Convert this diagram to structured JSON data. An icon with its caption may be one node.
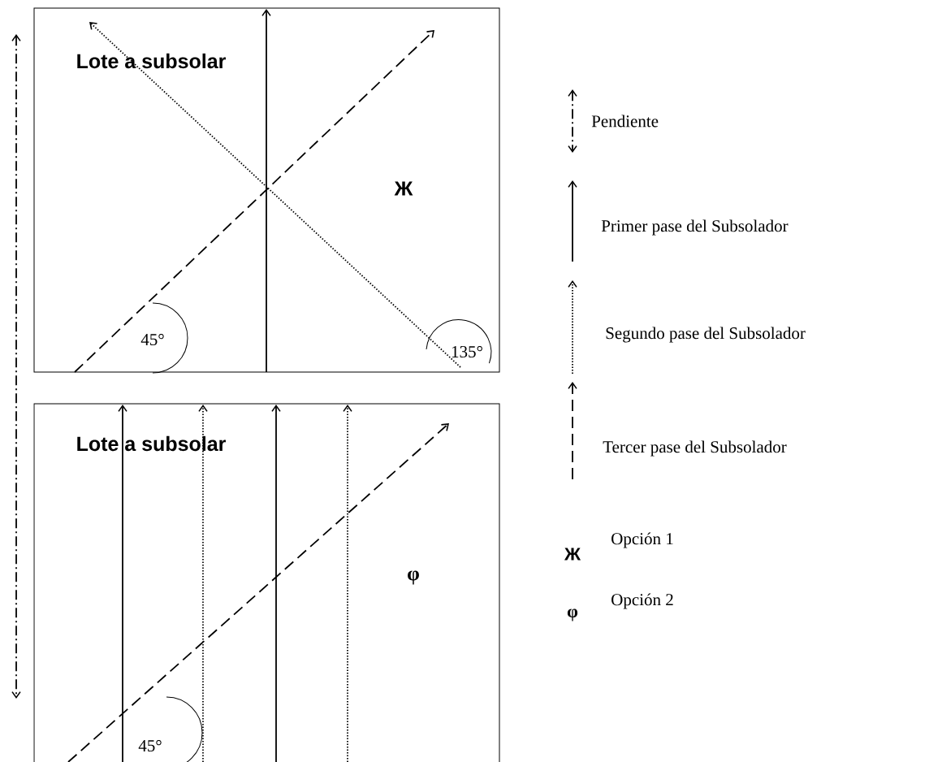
{
  "diagram": {
    "nodes": [
      {
        "text": [
          "Lote a subsolar",
          "Ж"
        ]
      },
      {
        "text": [
          "Lote a subsolar",
          "φ"
        ]
      }
    ],
    "edges": [],
    "labels": [
      "45°",
      "135°",
      "45°",
      "Ж",
      "φ"
    ],
    "legend": [
      {
        "text": "Pendiente"
      },
      {
        "text": "Primer pase del Subsolador"
      },
      {
        "text": "Segundo pase del Subsolador"
      },
      {
        "text": "Tercer pase del Subsolador"
      },
      {
        "text": "Opción 1"
      },
      {
        "text": "Opción 2"
      }
    ]
  }
}
